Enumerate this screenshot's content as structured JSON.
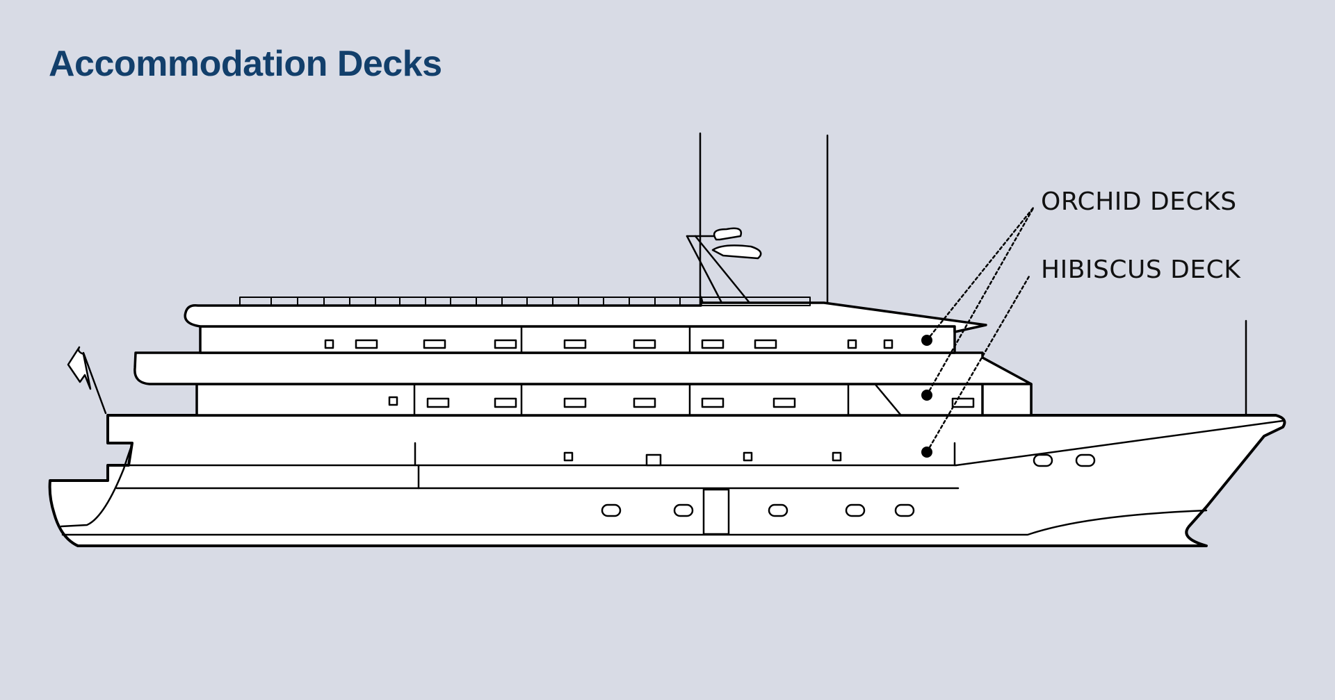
{
  "title": "Accommodation Decks",
  "labels": {
    "orchid": "ORCHID DECKS",
    "hibiscus": "HIBISCUS DECK"
  },
  "colors": {
    "background": "#d8dbe5",
    "title": "#123f6b",
    "ship_fill": "#ffffff",
    "ship_stroke": "#000000"
  }
}
